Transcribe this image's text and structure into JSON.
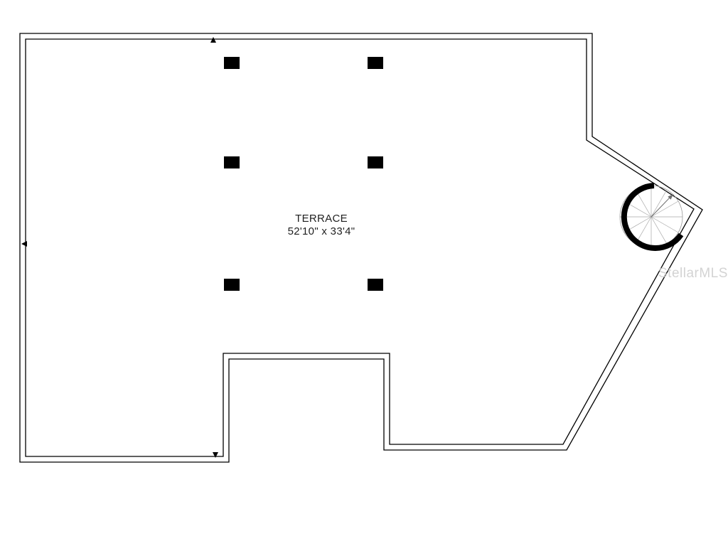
{
  "page": {
    "background": "#ffffff"
  },
  "floorplan": {
    "room": {
      "label": "TERRACE",
      "dimensions": "52'10\" x 33'4\""
    },
    "watermark": "StellarMLS",
    "colors": {
      "wall": "#000000",
      "column": "#000000",
      "stair_detail": "#9a9a9a",
      "label_text": "#1f1f1f",
      "watermark_text": "#c9c9c9"
    }
  }
}
